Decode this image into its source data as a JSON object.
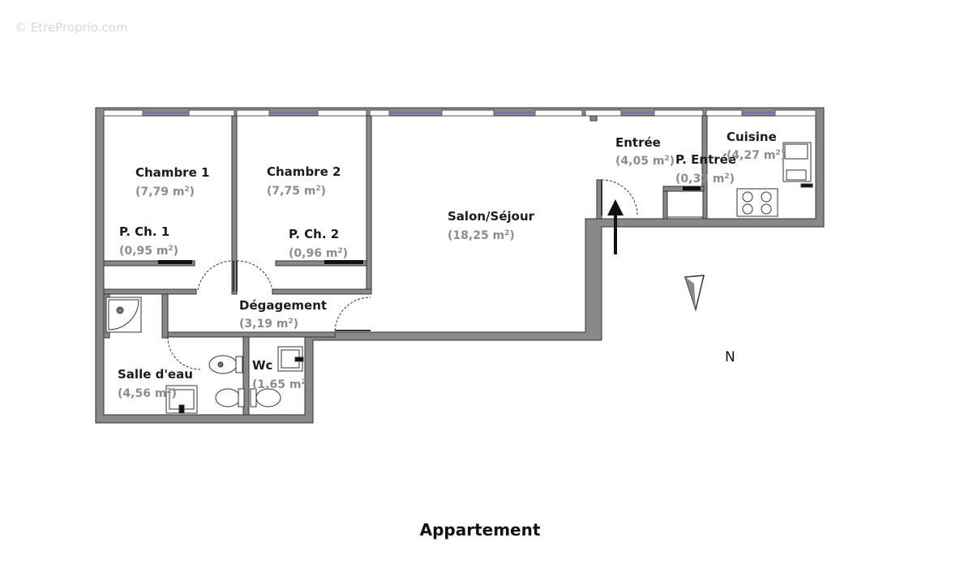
{
  "watermark": "© EtreProprio.com",
  "caption": "Appartement",
  "north_label": "N",
  "area_unit_sup": "2",
  "rooms": {
    "chambre1": {
      "name": "Chambre 1",
      "area": "(7,79 m",
      "close": ")"
    },
    "chambre2": {
      "name": "Chambre 2",
      "area": "(7,75 m",
      "close": ")"
    },
    "pch1": {
      "name": "P. Ch. 1",
      "area": "(0,95 m",
      "close": ")"
    },
    "pch2": {
      "name": "P. Ch. 2",
      "area": "(0,96 m",
      "close": ")"
    },
    "salon": {
      "name": "Salon/Séjour",
      "area": "(18,25 m",
      "close": ")"
    },
    "entree": {
      "name": "Entrée",
      "area": "(4,05 m",
      "close": ")"
    },
    "pentree": {
      "name": "P. Entrée",
      "area": "(0,33 m",
      "close": ")"
    },
    "cuisine": {
      "name": "Cuisine",
      "area": "(4,27 m",
      "close": ")"
    },
    "degagement": {
      "name": "Dégagement",
      "area": "(3,19 m",
      "close": ")"
    },
    "salledeau": {
      "name": "Salle d'eau",
      "area": "(4,56 m",
      "close": ")"
    },
    "wc": {
      "name": "Wc",
      "area": "(1,65 m",
      "close": ")"
    }
  },
  "colors": {
    "wall": "#888888",
    "wall_stroke": "#333333",
    "window": "#7070b8",
    "label": "#1c1c1c",
    "area": "#8c8c8c"
  }
}
